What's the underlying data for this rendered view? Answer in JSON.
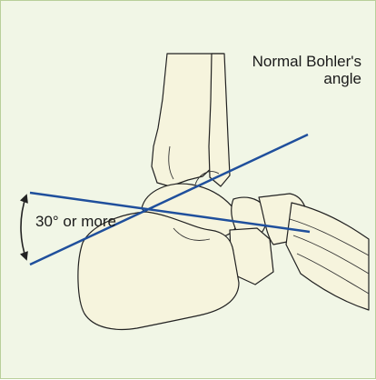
{
  "figure": {
    "title_line1": "Normal Bohler's",
    "title_line2": "angle",
    "angle_label": "30° or more"
  },
  "colors": {
    "background": "#f1f6e6",
    "frame": "#b9cf9a",
    "bone_fill": "#f6f4dd",
    "bone_outline": "#222222",
    "bohler_lines": "#1f4f9c"
  }
}
